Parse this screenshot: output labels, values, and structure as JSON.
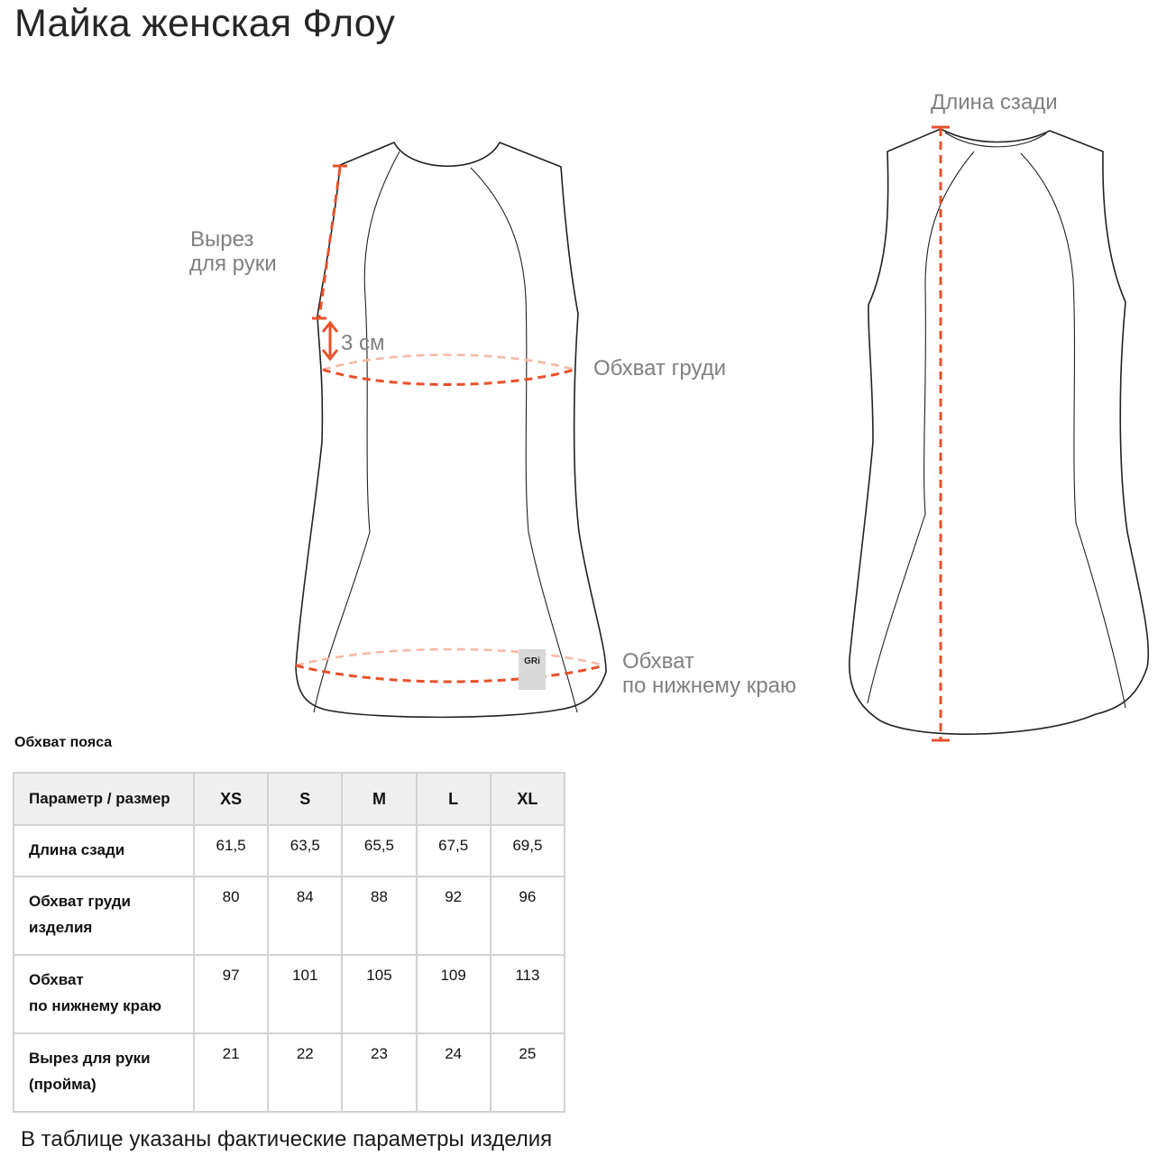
{
  "title": "Майка женская Флоу",
  "labels": {
    "armhole": [
      "Вырез",
      "для руки"
    ],
    "offset": "3 см",
    "chest": "Обхват груди",
    "hem": [
      "Обхват",
      "по нижнему краю"
    ],
    "back_length": "Длина сзади",
    "tag": "GRi",
    "waist": "Обхват пояса"
  },
  "colors": {
    "accent": "#e8502a",
    "accent_light": "#f6b9a6",
    "label_gray": "#808080",
    "table_header_bg": "#efefef",
    "table_border": "#d2d2d2"
  },
  "table": {
    "header": [
      "Параметр / размер",
      "XS",
      "S",
      "M",
      "L",
      "XL"
    ],
    "rows": [
      {
        "label": [
          "Длина сзади"
        ],
        "values": [
          "61,5",
          "63,5",
          "65,5",
          "67,5",
          "69,5"
        ]
      },
      {
        "label": [
          "Обхват груди",
          "изделия"
        ],
        "values": [
          "80",
          "84",
          "88",
          "92",
          "96"
        ]
      },
      {
        "label": [
          "Обхват",
          "по нижнему краю"
        ],
        "values": [
          "97",
          "101",
          "105",
          "109",
          "113"
        ]
      },
      {
        "label": [
          "Вырез для руки",
          "(пройма)"
        ],
        "values": [
          "21",
          "22",
          "23",
          "24",
          "25"
        ]
      }
    ]
  },
  "footnote": "В таблице указаны фактические параметры изделия"
}
